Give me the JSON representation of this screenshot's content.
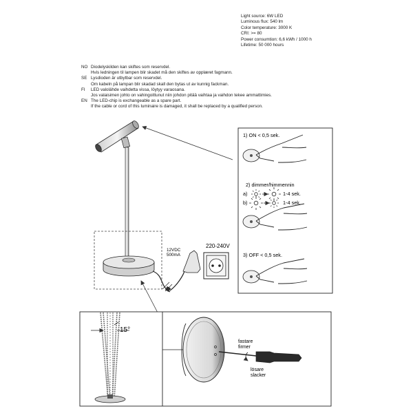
{
  "specs": {
    "lines": [
      "Light source: 6W LED",
      "Luminous flux: 540 lm",
      "Color temperature: 3000 K",
      "CRI: >= 80",
      "Power consumtion: 6,6 kWh / 1000 h",
      "Lifetime: 50 000 hours"
    ]
  },
  "notes": {
    "no": {
      "code": "NO",
      "line1": "Diodelyskilden kan skiftes som reservdel.",
      "line2": "Hvis ledningen til lampen blir skadet må den skiftes av opplæret fagmann."
    },
    "se": {
      "code": "SE",
      "line1": "Lysdioden är utbytbar som reservdel.",
      "line2": "Om kabeln på lampan blir skadad skall den bytas ut av kunnig fackman."
    },
    "fi": {
      "code": "FI",
      "line1": "LED valolähde vaihdetta vissa, löytyy varaosana.",
      "line2": "Jos valaisimen johto on vahingoittunut niin johdon pitää vaihtaa ja vaihdon tekee ammattimies."
    },
    "en": {
      "code": "EN",
      "line1": "The LED-chip is exchangeable as a spare part.",
      "line2": "If the cable or cord of this luminaire is damaged, it shall be replaced by a qualified person."
    }
  },
  "diagram": {
    "adapter_label_1": "12VDC",
    "adapter_label_2": "500mA",
    "voltage_label": "220-240V",
    "step_on": "1) ON < 0,5 sek.",
    "step_dimmer": "2) dimmer/himmennin",
    "dim_a_prefix": "a)",
    "dim_a_time": "1-4 sek.",
    "dim_b_prefix": "b)",
    "dim_b_time": "1-4 sek.",
    "step_off": "3) OFF < 0,5 sek.",
    "angle_label": "15°",
    "firmer_1": "fastare",
    "firmer_2": "firmer",
    "slacker_1": "lösare",
    "slacker_2": "slacker"
  }
}
